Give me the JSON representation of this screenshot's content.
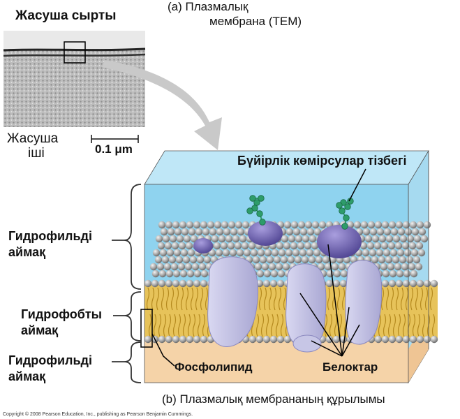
{
  "tem": {
    "title_line1": "(a) Плазмалық",
    "title_line2": "мембрана (TEM)",
    "outside_label": "Жасуша сырты",
    "inside_label_line1": "Жасуша",
    "inside_label_line2": "іші",
    "scale_bar": "0.1 μm"
  },
  "model": {
    "carbohydrate_label": "Бүйірлік көмірсулар тізбегі",
    "regions": {
      "hydrophilic_top_line1": "Гидрофильді",
      "hydrophilic_top_line2": "аймақ",
      "hydrophobic_line1": "Гидрофобты",
      "hydrophobic_line2": "аймақ",
      "hydrophilic_bottom_line1": "Гидрофильді",
      "hydrophilic_bottom_line2": "аймақ"
    },
    "phospholipid_label": "Фосфолипид",
    "proteins_label": "Белоктар",
    "caption": "(b) Плазмалық мембрананың құрылымы"
  },
  "copyright": "Copyright © 2008 Pearson Education, Inc., publishing as Pearson Benjamin Cummings.",
  "colors": {
    "water": "#8fd3ef",
    "cytoplasm": "#f5d3a8",
    "head": "#a8a8a8",
    "tail": "#e0b84a",
    "protein": "#c7c6e6",
    "glycoprotein": "#6b5fa8",
    "carbohydrate": "#2e9c6a"
  }
}
